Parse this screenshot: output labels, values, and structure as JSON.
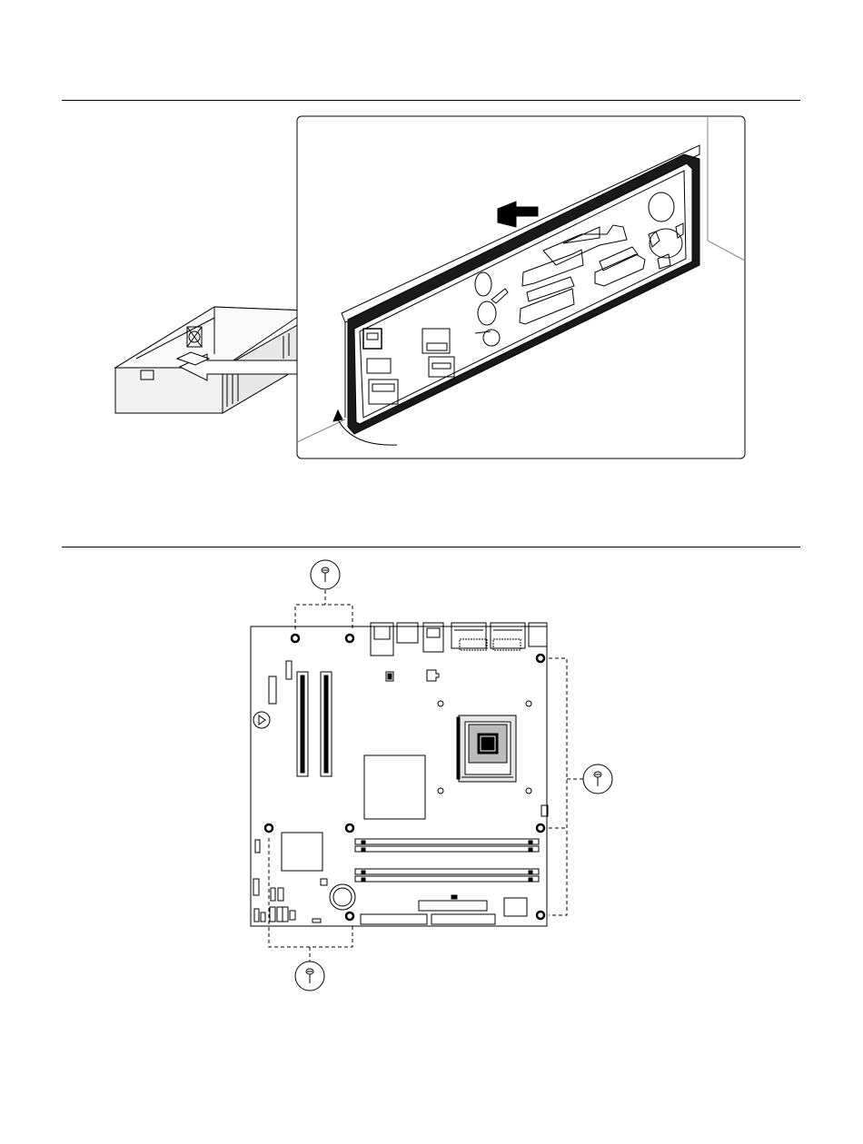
{
  "figures": [
    {
      "id": "io-shield-installation",
      "parts": [
        "chassis",
        "back-panel-opening",
        "io-shield",
        "insertion-arrow",
        "push-arrow",
        "rotate-arrow"
      ]
    },
    {
      "id": "board-mounting-screws",
      "parts": [
        "board-outline",
        "processor-socket",
        "chipset-heatsink",
        "memory-slots",
        "expansion-slots",
        "mounting-holes",
        "screw-callouts"
      ]
    }
  ],
  "colors": {
    "line": "#000000",
    "fill": "#ffffff",
    "shade": "#e6e6e6",
    "panel": "#1a1a1a"
  },
  "icons": [
    "screw-icon",
    "push-arrow-icon",
    "rotate-arrow-icon",
    "insert-arrow-icon"
  ]
}
